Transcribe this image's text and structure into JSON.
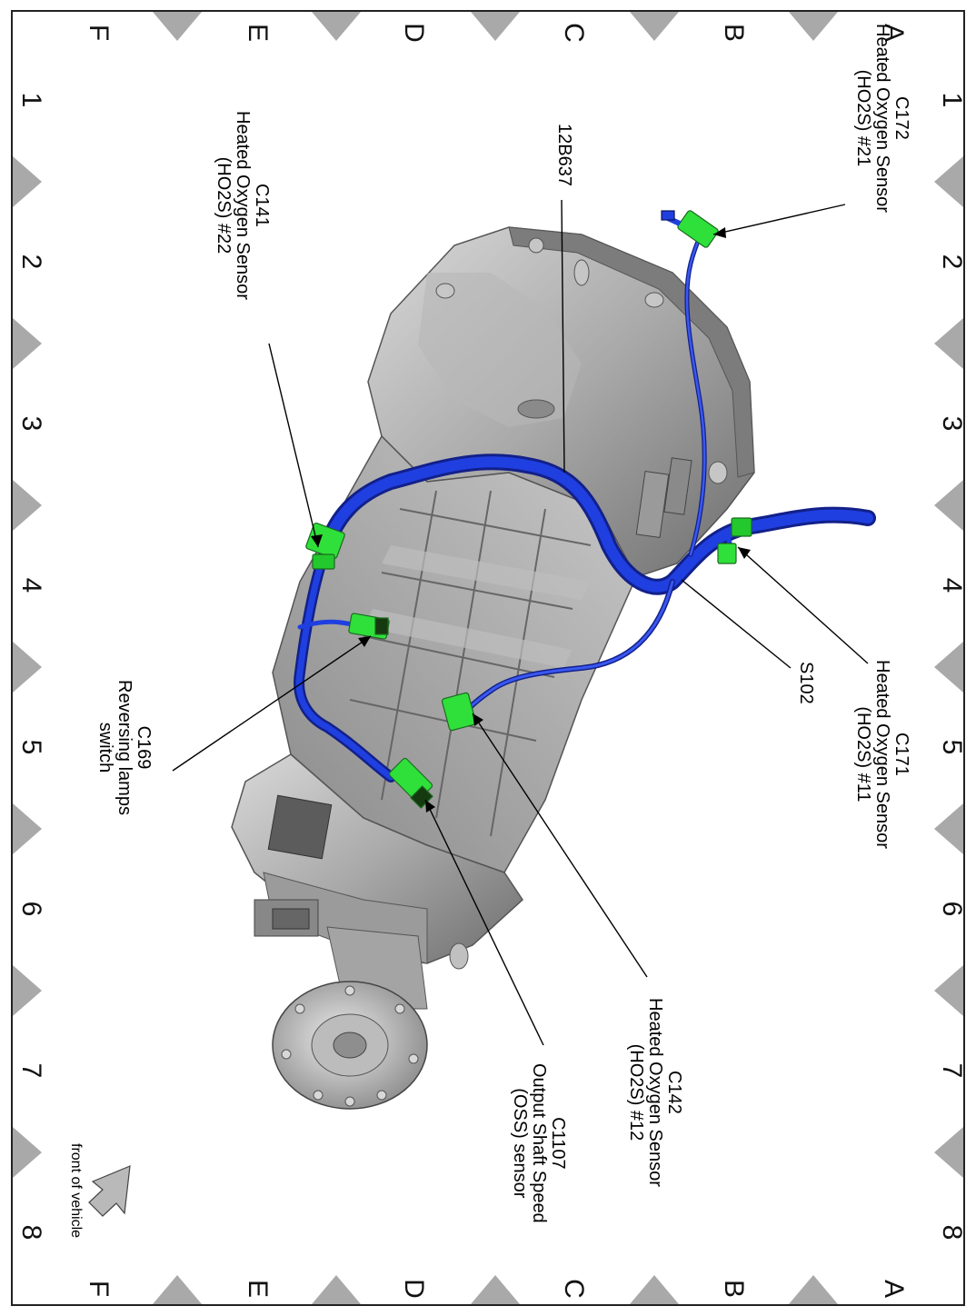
{
  "grid": {
    "numbers": [
      "1",
      "2",
      "3",
      "4",
      "5",
      "6",
      "7",
      "8"
    ],
    "letters": [
      "A",
      "B",
      "C",
      "D",
      "E",
      "F"
    ]
  },
  "callouts": {
    "c172": [
      "C172",
      "Heated Oxygen Sensor",
      "(HO2S) #21"
    ],
    "c141": [
      "C141",
      "Heated Oxygen Sensor",
      "(HO2S) #22"
    ],
    "c171": [
      "C171",
      "Heated Oxygen Sensor",
      "(HO2S) #11"
    ],
    "c169": [
      "C169",
      "Reversing lamps",
      "switch"
    ],
    "c142": [
      "C142",
      "Heated Oxygen Sensor",
      "(HO2S) #12"
    ],
    "c1107": [
      "C1107",
      "Output Shaft Speed",
      "(OSS) sensor"
    ],
    "s102": "S102",
    "harness": "12B637"
  },
  "orientation": "front of vehicle",
  "colors": {
    "harness": "#1f3fe0",
    "harness_dark": "#12208a",
    "connector": "#2fe03a",
    "casting": "#a7a7a7",
    "casting_dark": "#6d6d6d",
    "casting_light": "#d2d2d2"
  }
}
